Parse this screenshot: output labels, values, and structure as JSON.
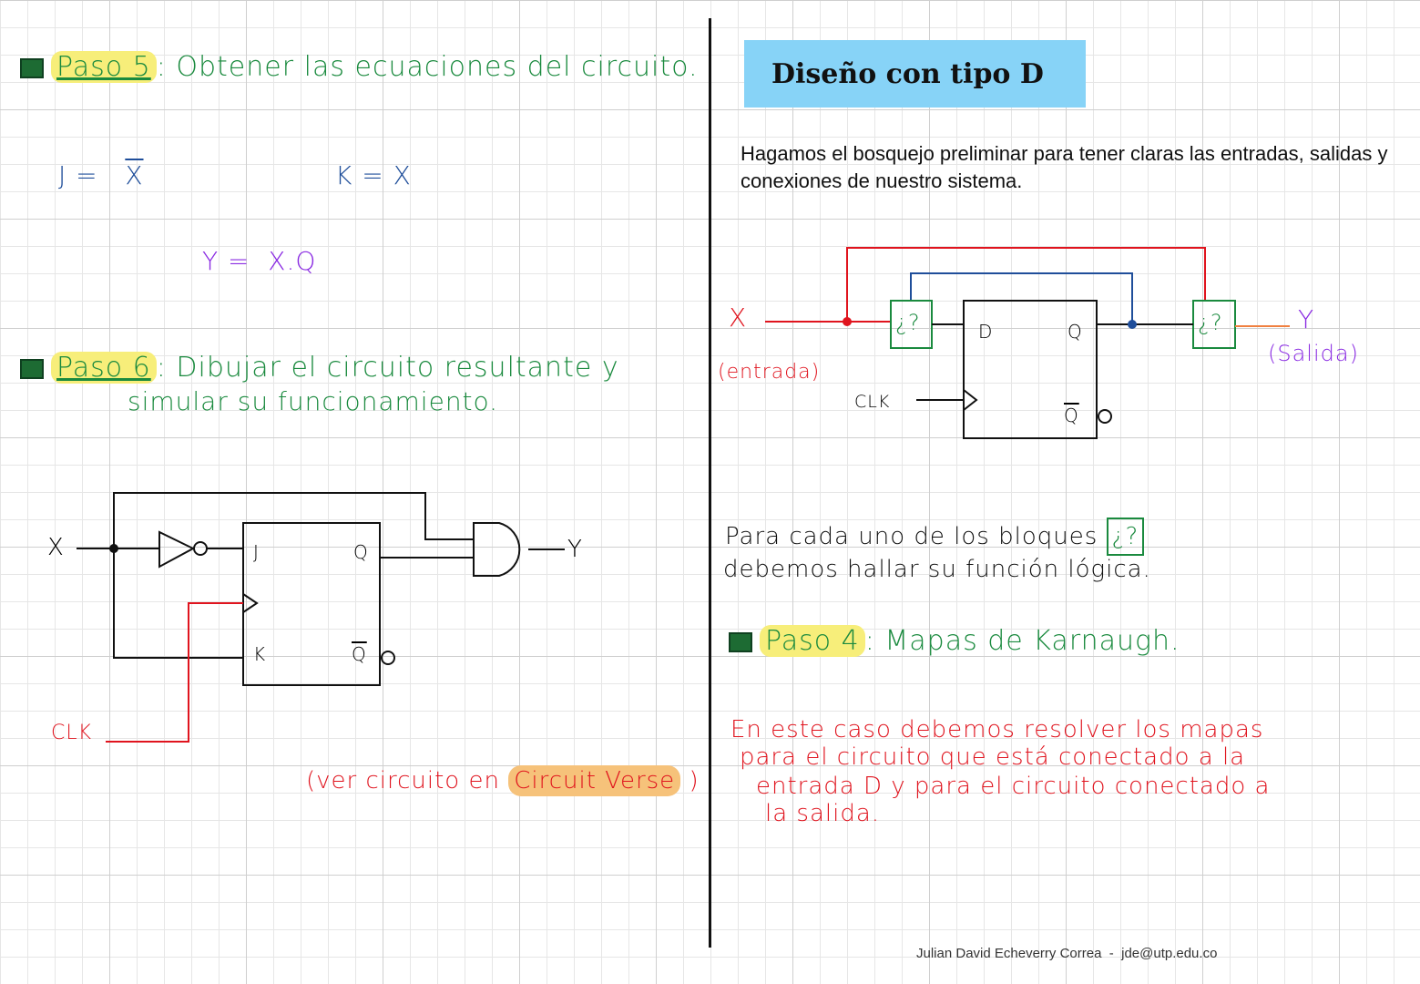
{
  "left": {
    "step5": {
      "label": "Paso 5",
      "colon": ":",
      "text": "Obtener las ecuaciones del circuito."
    },
    "equations": {
      "j": "J =",
      "j_value": "X",
      "k": "K =",
      "k_value": "X",
      "y": "Y =",
      "y_value": "X.Q"
    },
    "step6": {
      "label": "Paso 6",
      "colon": ":",
      "text_line1": "Dibujar el circuito resultante y",
      "text_line2": "simular su funcionamiento."
    },
    "circuit": {
      "input": "X",
      "output": "Y",
      "clk": "CLK",
      "j": "J",
      "k": "K",
      "q": "Q",
      "qbar": "Q"
    },
    "note": {
      "prefix": "(ver circuito en",
      "link": "Circuit Verse",
      "suffix": ")"
    }
  },
  "right": {
    "title": "Diseño con tipo D",
    "intro": "Hagamos el bosquejo preliminar para tener claras las entradas, salidas y conexiones de nuestro sistema.",
    "diagram": {
      "input": "X",
      "input_note": "(entrada)",
      "output": "Y",
      "output_note": "(Salida)",
      "clk": "CLK",
      "d": "D",
      "q": "Q",
      "qbar": "Q",
      "block": "¿?"
    },
    "blocks_note": {
      "line1": "Para cada uno de los bloques",
      "block": "¿?",
      "line2": "debemos hallar su función lógica."
    },
    "step4": {
      "label": "Paso 4",
      "colon": ":",
      "text": "Mapas de Karnaugh."
    },
    "red_note": [
      "En este caso debemos resolver los mapas",
      "para el circuito que está conectado a la",
      "entrada D y para el circuito conectado a",
      "la salida."
    ]
  },
  "footer": {
    "author": "Julian David Echeverry Correa",
    "sep": "-",
    "email": "jde@utp.edu.co"
  },
  "colors": {
    "title_bg": "#87d3f7",
    "highlight": "#f7ee7a",
    "green": "#1a8a3e",
    "red": "#e0141e",
    "blue": "#1f4e9a",
    "purple": "#8a2be2"
  }
}
